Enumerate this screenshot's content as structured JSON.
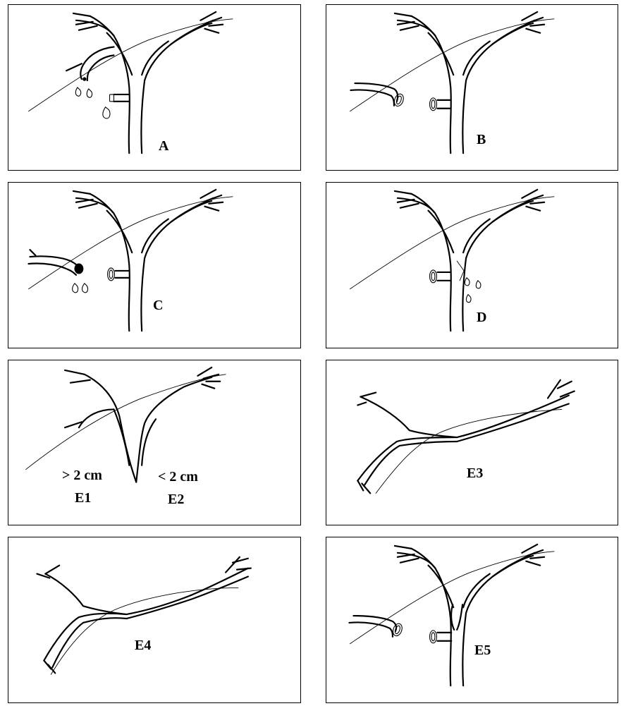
{
  "panels": {
    "a": {
      "label": "A"
    },
    "b": {
      "label": "B"
    },
    "c": {
      "label": "C"
    },
    "d": {
      "label": "D"
    },
    "e1e2": {
      "label_left_size": "> 2 cm",
      "label_left": "E1",
      "label_right_size": "< 2 cm",
      "label_right": "E2"
    },
    "e3": {
      "label": "E3"
    },
    "e4": {
      "label": "E4"
    },
    "e5": {
      "label": "E5"
    }
  }
}
